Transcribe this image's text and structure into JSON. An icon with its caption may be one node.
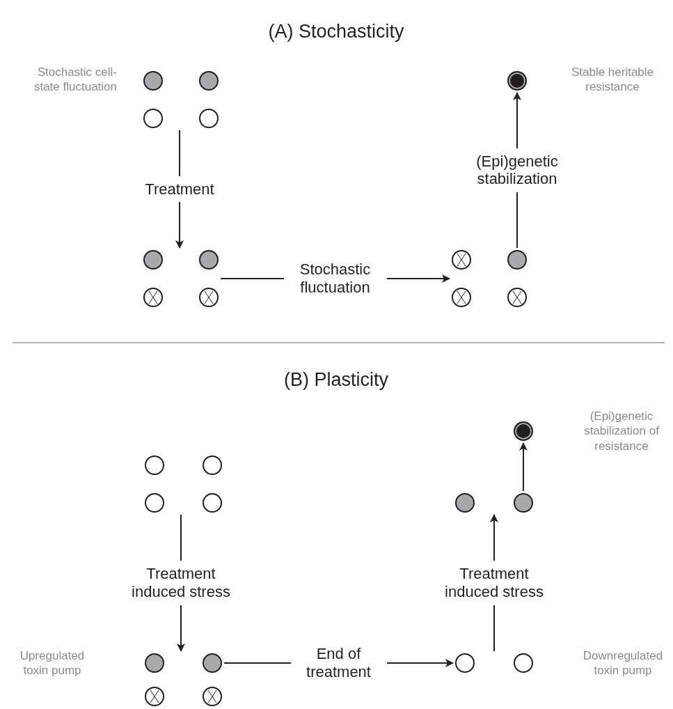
{
  "diagram": {
    "nodes": [
      {
        "text": [],
        "shape": "cluster",
        "beside": [
          "Stochastic cell-state fluctuation"
        ]
      },
      {
        "text": [],
        "shape": "circle",
        "in": 0
      },
      {
        "text": [],
        "shape": "circle",
        "in": 0
      },
      {
        "text": [],
        "shape": "circle",
        "in": 0
      },
      {
        "text": [],
        "shape": "circle",
        "in": 0
      },
      {
        "text": [],
        "shape": "circle",
        "beside": [
          "Stable heritable resistance"
        ]
      },
      {
        "text": [],
        "shape": "cluster"
      },
      {
        "text": [],
        "shape": "circle",
        "in": 6
      },
      {
        "text": [],
        "shape": "circle",
        "in": 6
      },
      {
        "text": [],
        "shape": "circle",
        "in": 6
      },
      {
        "text": [],
        "shape": "circle",
        "in": 6
      },
      {
        "text": [],
        "shape": "cluster"
      },
      {
        "text": [],
        "shape": "circle",
        "in": 11
      },
      {
        "text": [],
        "shape": "circle",
        "in": 11
      },
      {
        "text": [],
        "shape": "circle",
        "in": 11
      },
      {
        "text": [],
        "shape": "circle",
        "in": 11
      },
      {
        "text": [],
        "shape": "cluster"
      },
      {
        "text": [],
        "shape": "circle",
        "in": 16
      },
      {
        "text": [],
        "shape": "circle",
        "in": 16
      },
      {
        "text": [],
        "shape": "circle",
        "in": 16
      },
      {
        "text": [],
        "shape": "circle",
        "in": 16
      },
      {
        "text": [],
        "shape": "circle"
      },
      {
        "text": [],
        "shape": "cluster"
      },
      {
        "text": [],
        "shape": "circle",
        "in": 22
      },
      {
        "text": [],
        "shape": "circle",
        "in": 22
      },
      {
        "text": [],
        "shape": "cluster"
      },
      {
        "text": [],
        "shape": "circle",
        "in": 25
      },
      {
        "text": [],
        "shape": "circle",
        "in": 25
      },
      {
        "text": [],
        "shape": "circle",
        "in": 25
      },
      {
        "text": [],
        "shape": "circle",
        "in": 25
      },
      {
        "text": [],
        "shape": "cluster"
      },
      {
        "text": [],
        "shape": "circle",
        "in": 30
      },
      {
        "text": [],
        "shape": "circle",
        "in": 30
      }
    ],
    "edges": [
      {
        "from": 0,
        "to": 6,
        "arrow": "to",
        "label": "Treatment"
      },
      {
        "from": 6,
        "to": 11,
        "arrow": "to",
        "label": "Stochastic fluctuation"
      },
      {
        "from": 13,
        "to": 5,
        "arrow": "to",
        "label": "(Epi)genetic stabilization"
      },
      {
        "from": 16,
        "to": 25,
        "arrow": "to",
        "label": "Treatment induced stress"
      },
      {
        "from": 25,
        "to": 30,
        "arrow": "to",
        "label": "End of treatment"
      },
      {
        "from": 30,
        "to": 22,
        "arrow": "to",
        "label": "Treatment induced stress"
      },
      {
        "from": 24,
        "to": 21,
        "arrow": "to"
      }
    ],
    "labels": [
      "(A) Stochasticity",
      "(Epi)genetic stabilization of resistance",
      "(B) Plasticity",
      "Upregulated toxin pump",
      "Downregulated toxin pump"
    ]
  }
}
